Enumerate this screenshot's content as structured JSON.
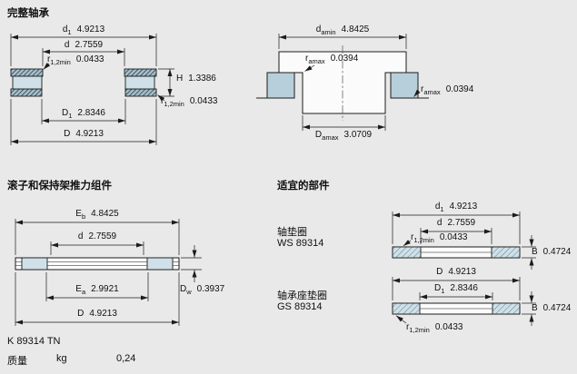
{
  "page_background": "#e9e9e9",
  "sections": {
    "complete": {
      "title": "完整轴承",
      "dims": {
        "d1": {
          "base": "d",
          "sub": "1",
          "value": "4.9213"
        },
        "d": {
          "base": "d",
          "sub": "",
          "value": "2.7559"
        },
        "r12_top": {
          "base": "r",
          "sub": "1,2min",
          "value": "0.0433"
        },
        "H": {
          "base": "H",
          "sub": "",
          "value": "1.3386"
        },
        "r12_side": {
          "base": "r",
          "sub": "1,2min",
          "value": "0.0433"
        },
        "D1": {
          "base": "D",
          "sub": "1",
          "value": "2.8346"
        },
        "D": {
          "base": "D",
          "sub": "",
          "value": "4.9213"
        }
      }
    },
    "abutment": {
      "dims": {
        "da_min": {
          "base": "d",
          "sub": "amin",
          "value": "4.8425"
        },
        "ra_top": {
          "base": "r",
          "sub": "amax",
          "value": "0.0394"
        },
        "ra_side": {
          "base": "r",
          "sub": "amax",
          "value": "0.0394"
        },
        "Da_max": {
          "base": "D",
          "sub": "amax",
          "value": "3.0709"
        }
      }
    },
    "assembly": {
      "title": "滚子和保持架推力组件",
      "dims": {
        "Eb": {
          "base": "E",
          "sub": "b",
          "value": "4.8425"
        },
        "d": {
          "base": "d",
          "sub": "",
          "value": "2.7559"
        },
        "Ea": {
          "base": "E",
          "sub": "a",
          "value": "2.9921"
        },
        "Dw": {
          "base": "D",
          "sub": "w",
          "value": "0.3937"
        },
        "D": {
          "base": "D",
          "sub": "",
          "value": "4.9213"
        }
      }
    },
    "parts": {
      "title": "适宜的部件",
      "shaft_washer": {
        "name": "轴垫圈",
        "designation": "WS 89314",
        "dims": {
          "d1": {
            "base": "d",
            "sub": "1",
            "value": "4.9213"
          },
          "d": {
            "base": "d",
            "sub": "",
            "value": "2.7559"
          },
          "r12": {
            "base": "r",
            "sub": "1,2min",
            "value": "0.0433"
          },
          "B": {
            "base": "B",
            "sub": "",
            "value": "0.4724"
          }
        }
      },
      "housing_washer": {
        "name": "轴承座垫圈",
        "designation": "GS 89314",
        "dims": {
          "D": {
            "base": "D",
            "sub": "",
            "value": "4.9213"
          },
          "D1": {
            "base": "D",
            "sub": "1",
            "value": "2.8346"
          },
          "B": {
            "base": "B",
            "sub": "",
            "value": "0.4724"
          },
          "r12": {
            "base": "r",
            "sub": "1,2min",
            "value": "0.0433"
          }
        }
      }
    }
  },
  "footer": {
    "designation": "K 89314 TN",
    "mass_label": "质量",
    "mass_unit": "kg",
    "mass_value": "0,24"
  }
}
